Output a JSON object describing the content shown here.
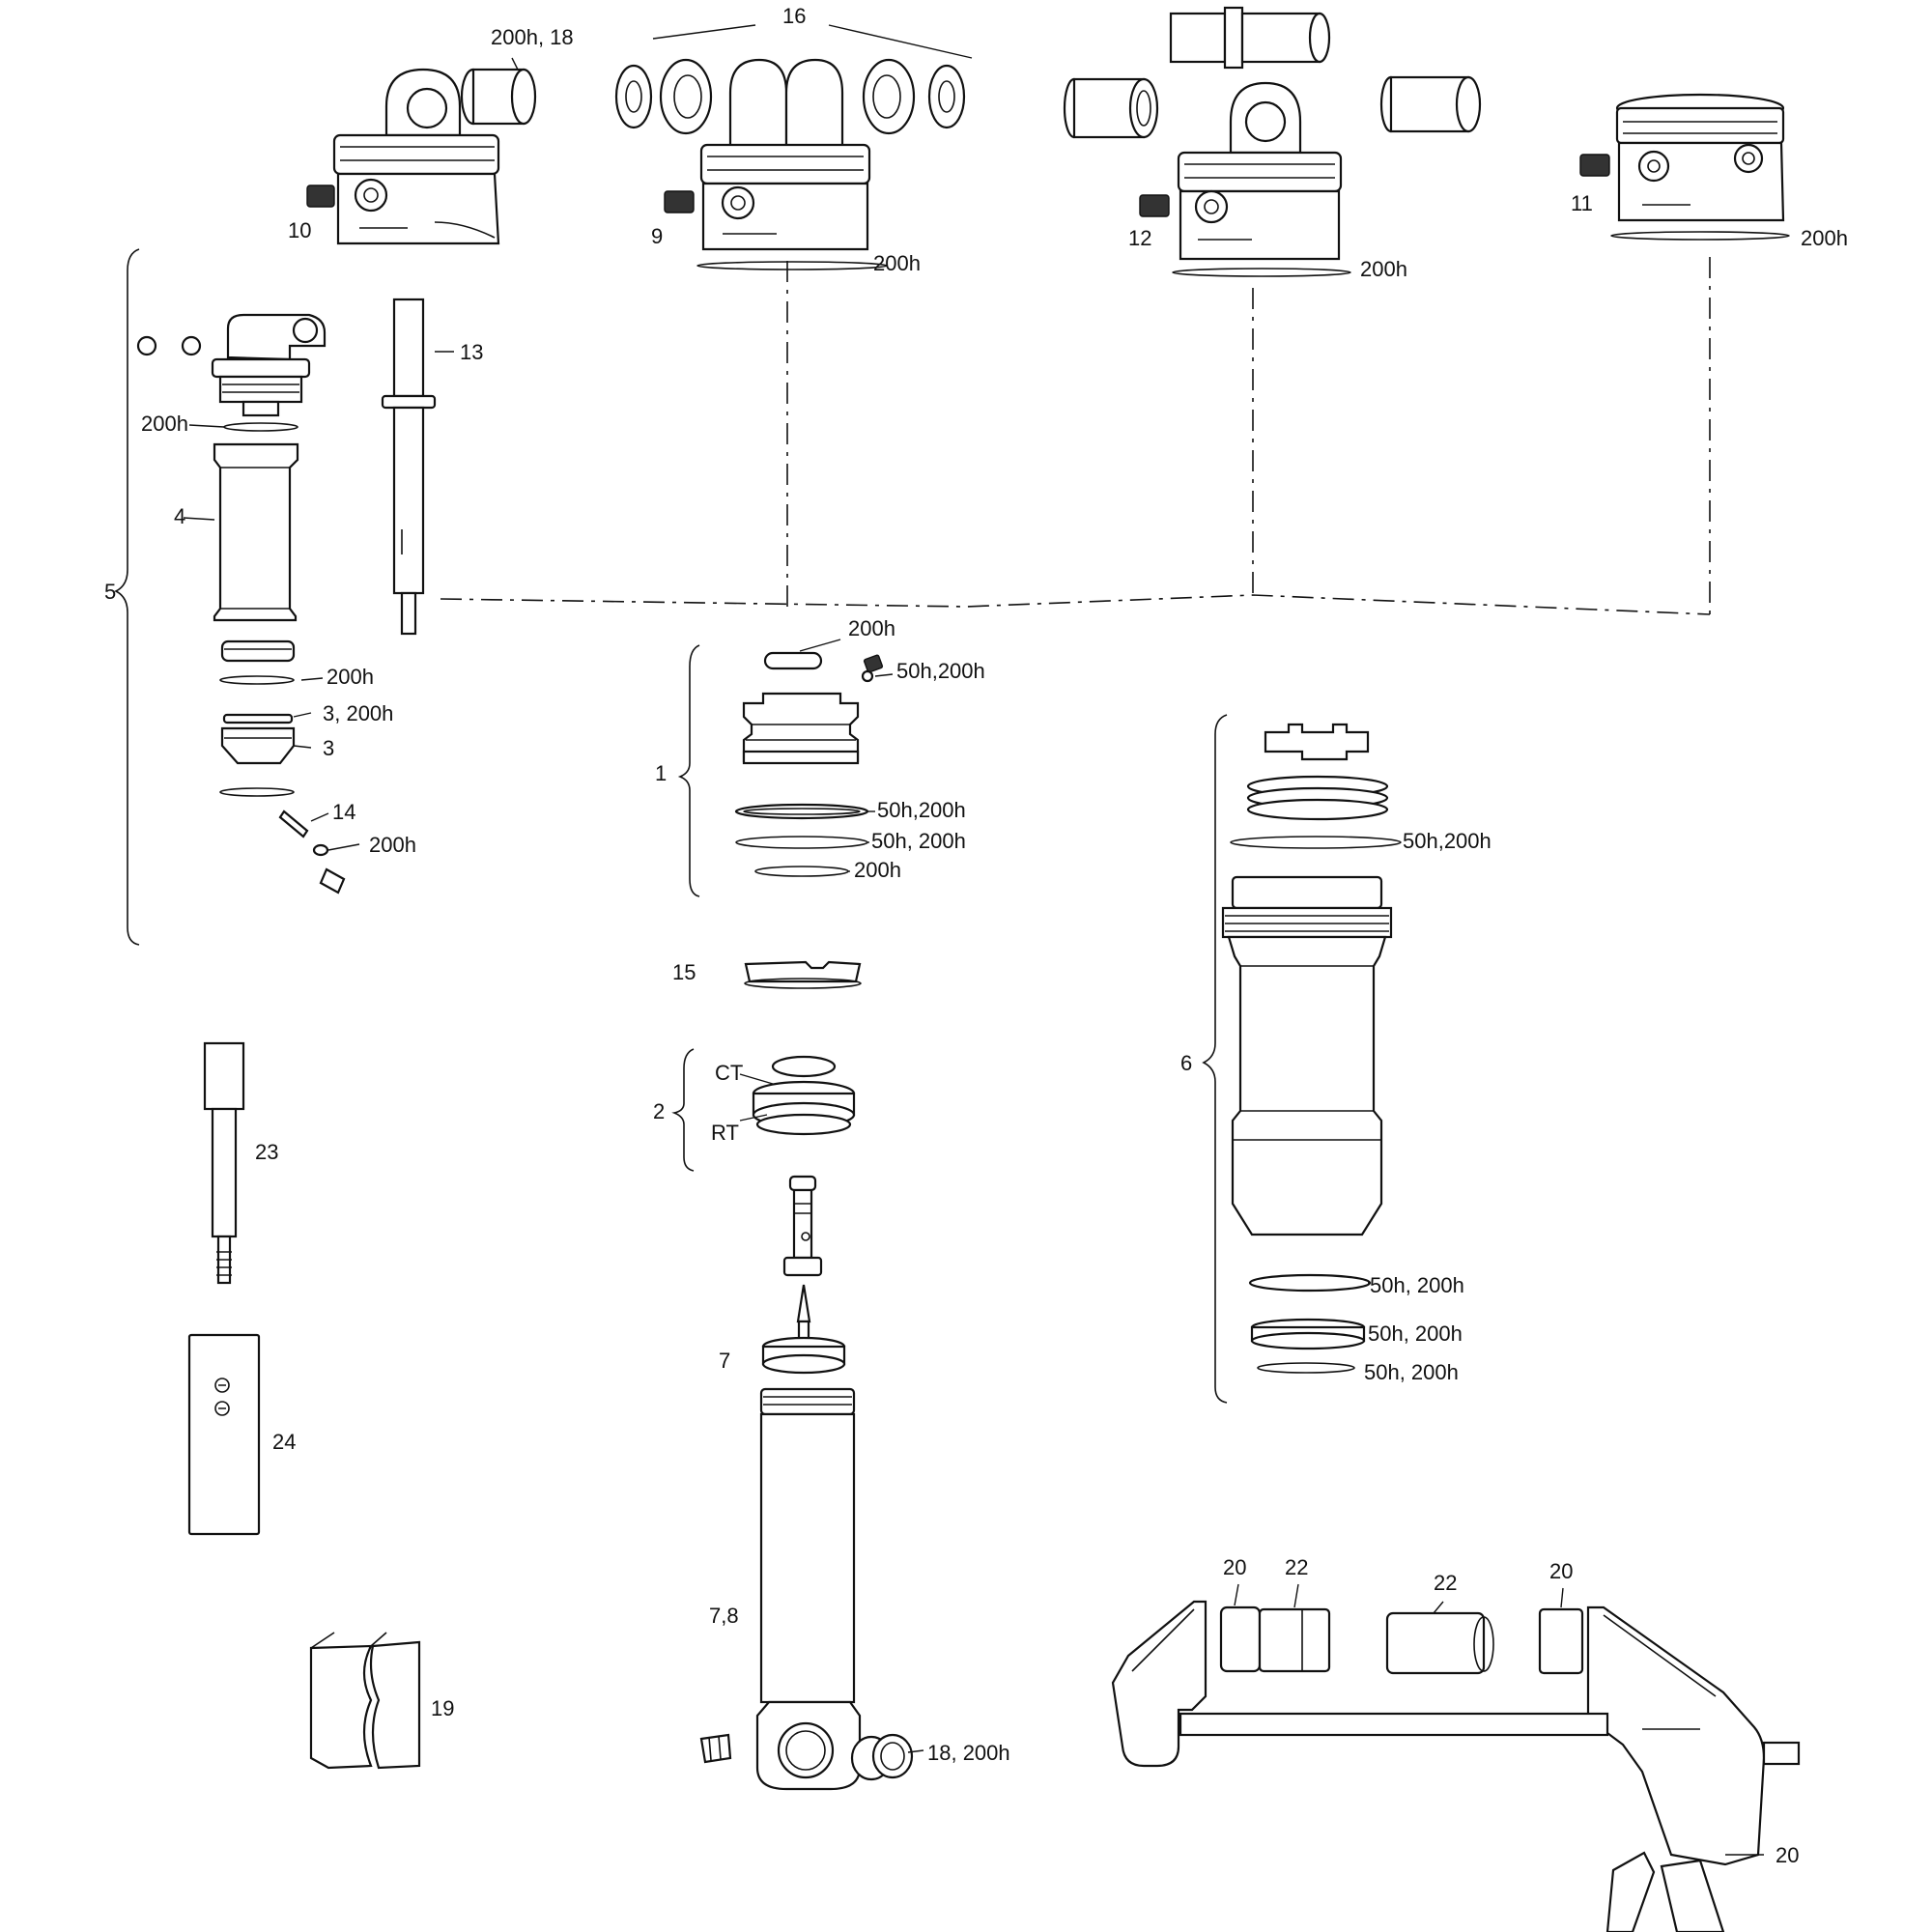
{
  "labels": {
    "l_16": "16",
    "l_200h_18": "200h, 18",
    "l_10": "10",
    "l_9": "9",
    "l_200h_a": "200h",
    "l_12": "12",
    "l_200h_b": "200h",
    "l_11": "11",
    "l_200h_c": "200h",
    "l_13": "13",
    "l_200h_d": "200h",
    "l_4": "4",
    "l_5": "5",
    "l_200h_e": "200h",
    "l_3_200h": "3, 200h",
    "l_3": "3",
    "l_14": "14",
    "l_200h_f": "200h",
    "l_200h_g": "200h",
    "l_50h_200h_a": "50h,200h",
    "l_1": "1",
    "l_50h_200h_b": "50h,200h",
    "l_50h_200h_c": "50h, 200h",
    "l_200h_h": "200h",
    "l_15": "15",
    "l_CT": "CT",
    "l_2": "2",
    "l_RT": "RT",
    "l_7": "7",
    "l_7_8": "7,8",
    "l_18_200h": "18, 200h",
    "l_23": "23",
    "l_24": "24",
    "l_19": "19",
    "l_6": "6",
    "l_50h_200h_d": "50h,200h",
    "l_50h_200h_e": "50h, 200h",
    "l_50h_200h_f": "50h, 200h",
    "l_50h_200h_g": "50h, 200h",
    "l_20_a": "20",
    "l_22_a": "22",
    "l_22_b": "22",
    "l_20_b": "20",
    "l_20_c": "20"
  }
}
